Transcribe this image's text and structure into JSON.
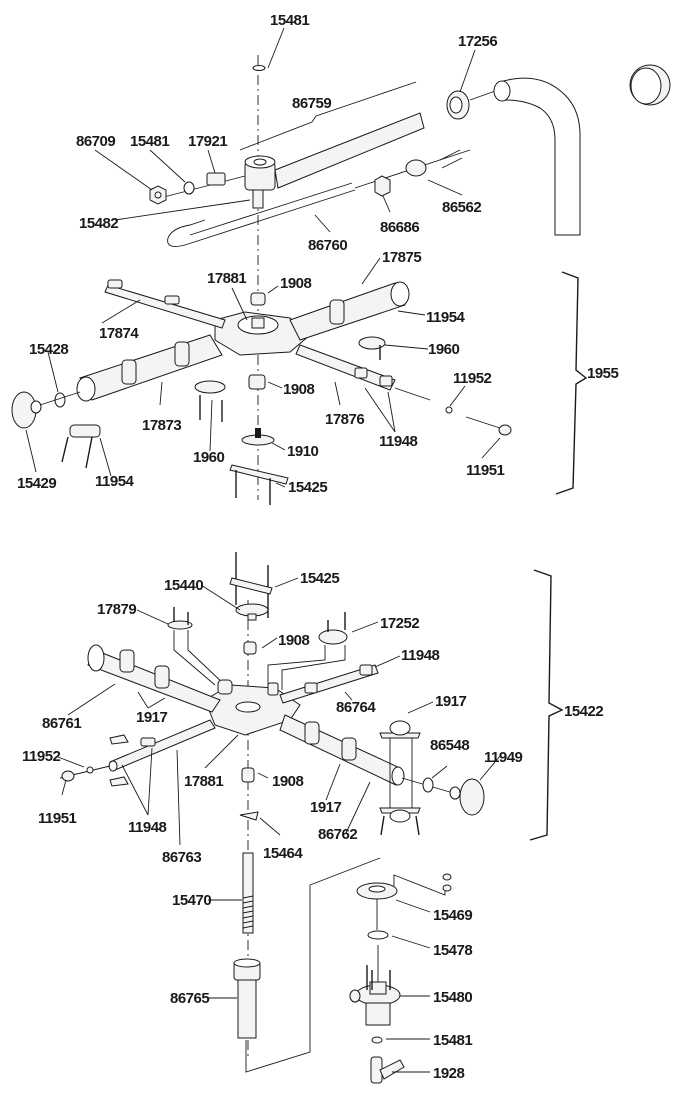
{
  "diagram": {
    "type": "exploded-parts-diagram",
    "upper_assembly": {
      "assembly_number": "1955",
      "labels": {
        "p15481_top": "15481",
        "p17256": "17256",
        "p86759": "86759",
        "p86709": "86709",
        "p15481_left": "15481",
        "p17921": "17921",
        "p86686": "86686",
        "p86562": "86562",
        "p15482": "15482",
        "p86760": "86760",
        "p17881": "17881",
        "p1908_a": "1908",
        "p17875": "17875",
        "p17874": "17874",
        "p11954_r": "11954",
        "p1960_r": "1960",
        "p15428": "15428",
        "p1908_b": "1908",
        "p11952": "11952",
        "p17873": "17873",
        "p17876": "17876",
        "p11948": "11948",
        "p1960_l": "1960",
        "p1910": "1910",
        "p15429": "15429",
        "p11954_l": "11954",
        "p15425": "15425",
        "p11951": "11951"
      }
    },
    "lower_assembly": {
      "assembly_number": "15422",
      "labels": {
        "p15440": "15440",
        "p15425": "15425",
        "p17879": "17879",
        "p1908_a": "1908",
        "p17252": "17252",
        "p11948_r": "11948",
        "p86761": "86761",
        "p1917_l": "1917",
        "p86764": "86764",
        "p1917_r": "1917",
        "p11952": "11952",
        "p86548": "86548",
        "p11949": "11949",
        "p17881": "17881",
        "p1908_b": "1908",
        "p11951": "11951",
        "p11948_l": "11948",
        "p1917_b": "1917",
        "p86762": "86762",
        "p86763": "86763",
        "p15464": "15464"
      }
    },
    "base_assembly": {
      "labels": {
        "p15470": "15470",
        "p15469": "15469",
        "p15478": "15478",
        "p15480": "15480",
        "p86765": "86765",
        "p15481": "15481",
        "p1928": "1928"
      }
    }
  }
}
